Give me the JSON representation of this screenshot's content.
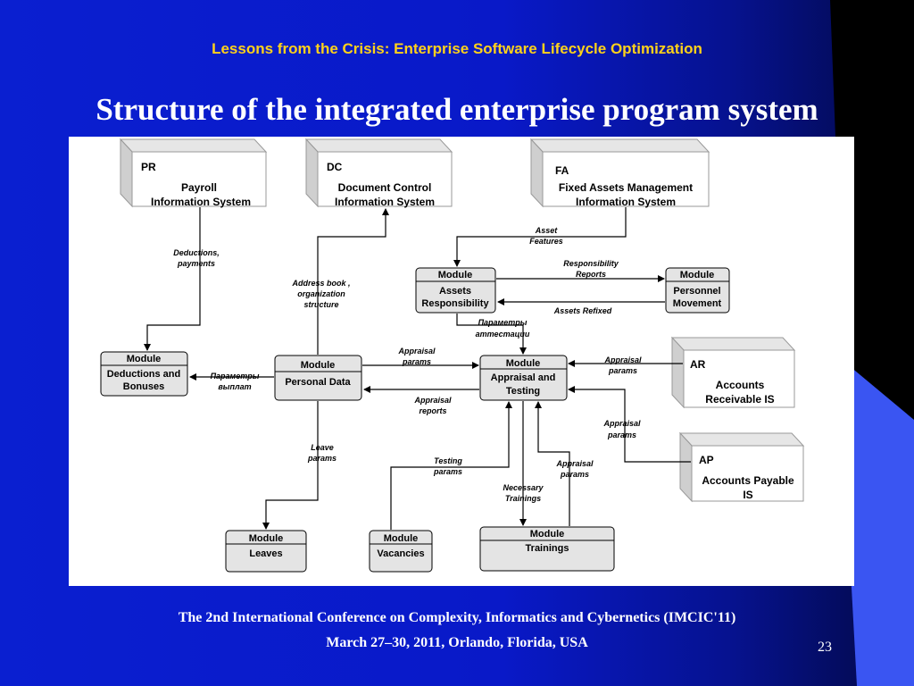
{
  "header": "Lessons from the Crisis: Enterprise Software Lifecycle Optimization",
  "title": "Structure of the integrated enterprise program system",
  "footer": {
    "line1": "The 2nd International Conference on Complexity, Informatics and Cybernetics  (IMCIC'11)",
    "line2": "March 27–30, 2011, Orlando, Florida, USA",
    "page": "23"
  },
  "systems": {
    "pr": {
      "code": "PR",
      "line1": "Payroll",
      "line2": "Information System"
    },
    "dc": {
      "code": "DC",
      "line1": "Document Control",
      "line2": "Information System"
    },
    "fa": {
      "code": "FA",
      "line1": "Fixed Assets Management",
      "line2": "Information System"
    },
    "ar": {
      "code": "AR",
      "line1": "Accounts",
      "line2": "Receivable IS"
    },
    "ap": {
      "code": "AP",
      "line1": "Accounts Payable",
      "line2": "IS"
    }
  },
  "module_word": "Module",
  "modules": {
    "assets": {
      "line1": "Assets",
      "line2": "Responsibility"
    },
    "personnel": {
      "line1": "Personnel",
      "line2": "Movement"
    },
    "deductions": {
      "line1": "Deductions and",
      "line2": "Bonuses"
    },
    "personal": {
      "line1": "Personal Data"
    },
    "appraisal": {
      "line1": "Appraisal and",
      "line2": "Testing"
    },
    "leaves": {
      "line1": "Leaves"
    },
    "vacancies": {
      "line1": "Vacancies"
    },
    "trainings": {
      "line1": "Trainings"
    }
  },
  "labels": {
    "deductions_payments": [
      "Deductions,",
      "payments"
    ],
    "address_book": [
      "Address book ,",
      "organization",
      "structure"
    ],
    "asset_features": [
      "Asset",
      "Features"
    ],
    "responsibility_reports": [
      "Responsibility",
      "Reports"
    ],
    "assets_refixed": [
      "Assets Refixed"
    ],
    "params_attest": [
      "Параметры",
      "аттестации"
    ],
    "appraisal_params_left": [
      "Appraisal",
      "params"
    ],
    "appraisal_reports": [
      "Appraisal",
      "reports"
    ],
    "params_payments": [
      "Параметры",
      "выплат"
    ],
    "appraisal_params_ar": [
      "Appraisal",
      "params"
    ],
    "appraisal_params_ap": [
      "Appraisal",
      "params"
    ],
    "leave_params": [
      "Leave",
      "params"
    ],
    "testing_params": [
      "Testing",
      "params"
    ],
    "appraisal_params_tr": [
      "Appraisal",
      "params"
    ],
    "necessary_trainings": [
      "Necessary",
      "Trainings"
    ]
  }
}
